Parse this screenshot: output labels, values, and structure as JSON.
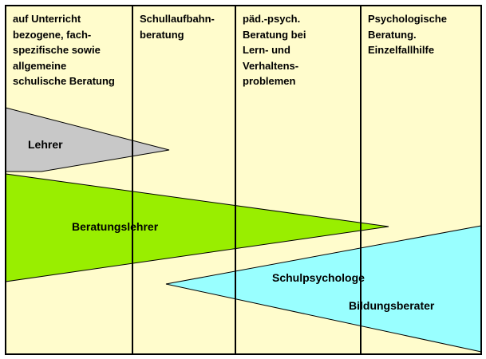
{
  "columns": [
    {
      "label": "auf Unterricht\nbezogene, fach-\nspezifische sowie\nallgemeine\nschulische Beratung"
    },
    {
      "label": "Schullaufbahn-\nberatung"
    },
    {
      "label": "päd.-psych.\nBeratung bei\nLern- und\nVerhaltens-\nproblemen"
    },
    {
      "label": "Psychologische\nBeratung.\nEinzelfallhilfe"
    }
  ],
  "bands": [
    {
      "label": "Lehrer",
      "color": "#c8c8c8"
    },
    {
      "label": "Beratungslehrer",
      "color": "#99ee00"
    },
    {
      "label": "Schulpsychologe",
      "color": "#99ffff"
    },
    {
      "label": "Bildungsberater",
      "color": "#99ffff"
    }
  ],
  "colors": {
    "background": "#fffccc",
    "border": "#000000"
  }
}
